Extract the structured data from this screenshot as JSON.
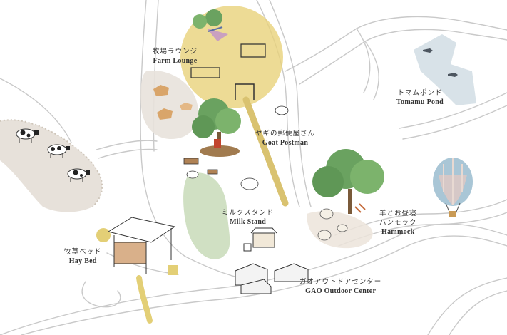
{
  "map": {
    "places": [
      {
        "id": "farm-lounge",
        "ja": "牧場ラウンジ",
        "en": "Farm Lounge"
      },
      {
        "id": "goat-postman",
        "ja": "ヤギの郵便屋さん",
        "en": "Goat Postman"
      },
      {
        "id": "tomamu-pond",
        "ja": "トマムポンド",
        "en": "Tomamu Pond"
      },
      {
        "id": "milk-stand",
        "ja": "ミルクスタンド",
        "en": "Milk Stand"
      },
      {
        "id": "hammock",
        "ja": "羊とお昼寝\nハンモック",
        "en": "Hammock"
      },
      {
        "id": "hay-bed",
        "ja": "牧草ベッド",
        "en": "Hay Bed"
      },
      {
        "id": "gao-outdoor",
        "ja": "ガオアウトドアセンター",
        "en": "GAO Outdoor Center"
      }
    ],
    "colors": {
      "road": "#c9c9c9",
      "farm_yellow": "#e8d27a",
      "green_area": "#c8dbb8",
      "tree": "#6aa260",
      "pond": "#d8e2e8",
      "cow_pen": "#e3dcd3",
      "balloon": "#a9c6d6"
    }
  }
}
